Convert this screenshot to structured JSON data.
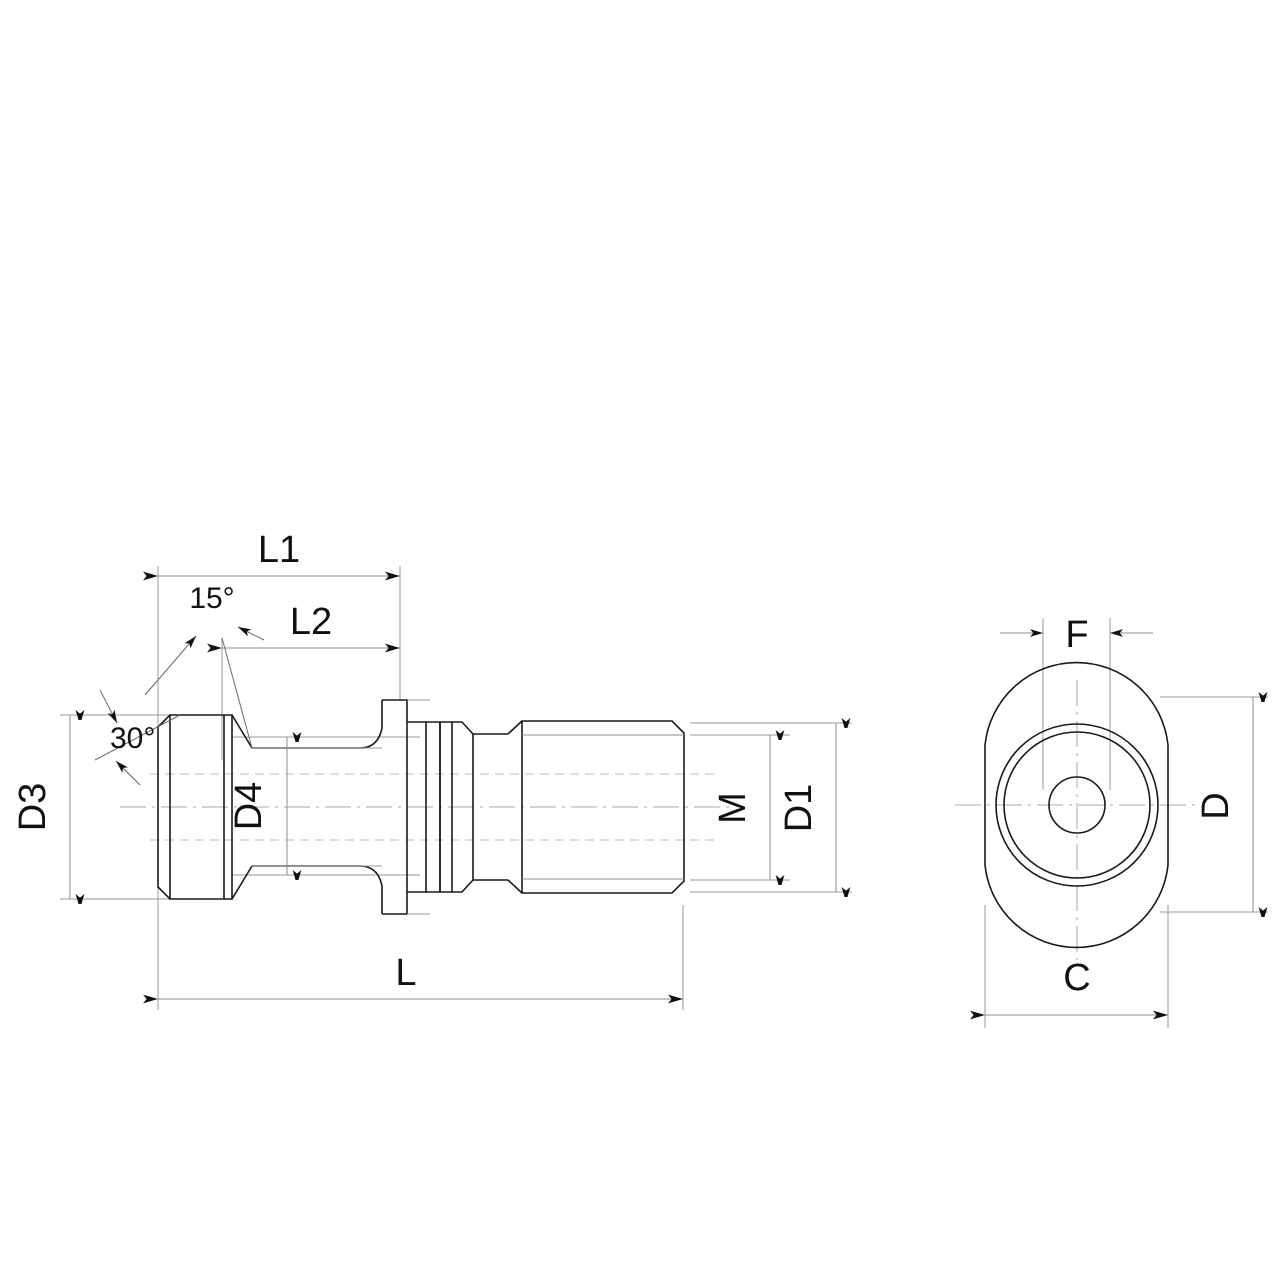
{
  "drawing": {
    "title": "Retention knob / pull stud technical drawing",
    "views": [
      {
        "name": "side-section-view",
        "label": ""
      },
      {
        "name": "front-end-view",
        "label": ""
      }
    ],
    "colors": {
      "outline": "#1a1a1a",
      "thin_line": "#8c8c8c",
      "center_line": "#9a9a9a",
      "hidden_line": "#b0b0b0",
      "text": "#111111",
      "background": "#ffffff"
    }
  },
  "dimensions": {
    "L1": {
      "label": "L1",
      "view": "side",
      "orientation": "horizontal"
    },
    "L2": {
      "label": "L2",
      "view": "side",
      "orientation": "horizontal"
    },
    "L": {
      "label": "L",
      "view": "side",
      "orientation": "horizontal"
    },
    "D3": {
      "label": "D3",
      "view": "side",
      "orientation": "vertical"
    },
    "D4": {
      "label": "D4",
      "view": "side",
      "orientation": "vertical"
    },
    "M": {
      "label": "M",
      "view": "side",
      "orientation": "vertical"
    },
    "D1": {
      "label": "D1",
      "view": "side",
      "orientation": "vertical"
    },
    "F": {
      "label": "F",
      "view": "front",
      "orientation": "horizontal"
    },
    "C": {
      "label": "C",
      "view": "front",
      "orientation": "horizontal"
    },
    "D": {
      "label": "D",
      "view": "front",
      "orientation": "vertical"
    }
  },
  "angles": {
    "taper_15": {
      "label": "15°",
      "value": 15,
      "unit": "degree"
    },
    "chamfer_30": {
      "label": "30°",
      "value": 30,
      "unit": "degree"
    }
  },
  "chart_data": {
    "type": "table",
    "title": "Retention knob dimension callouts",
    "categories": [
      "L1",
      "L2",
      "L",
      "D3",
      "D4",
      "M",
      "D1",
      "F",
      "C",
      "D",
      "15°",
      "30°"
    ],
    "values": [
      "L1",
      "L2",
      "L",
      "D3",
      "D4",
      "M",
      "D1",
      "F",
      "C",
      "D",
      "15°",
      "30°"
    ]
  }
}
